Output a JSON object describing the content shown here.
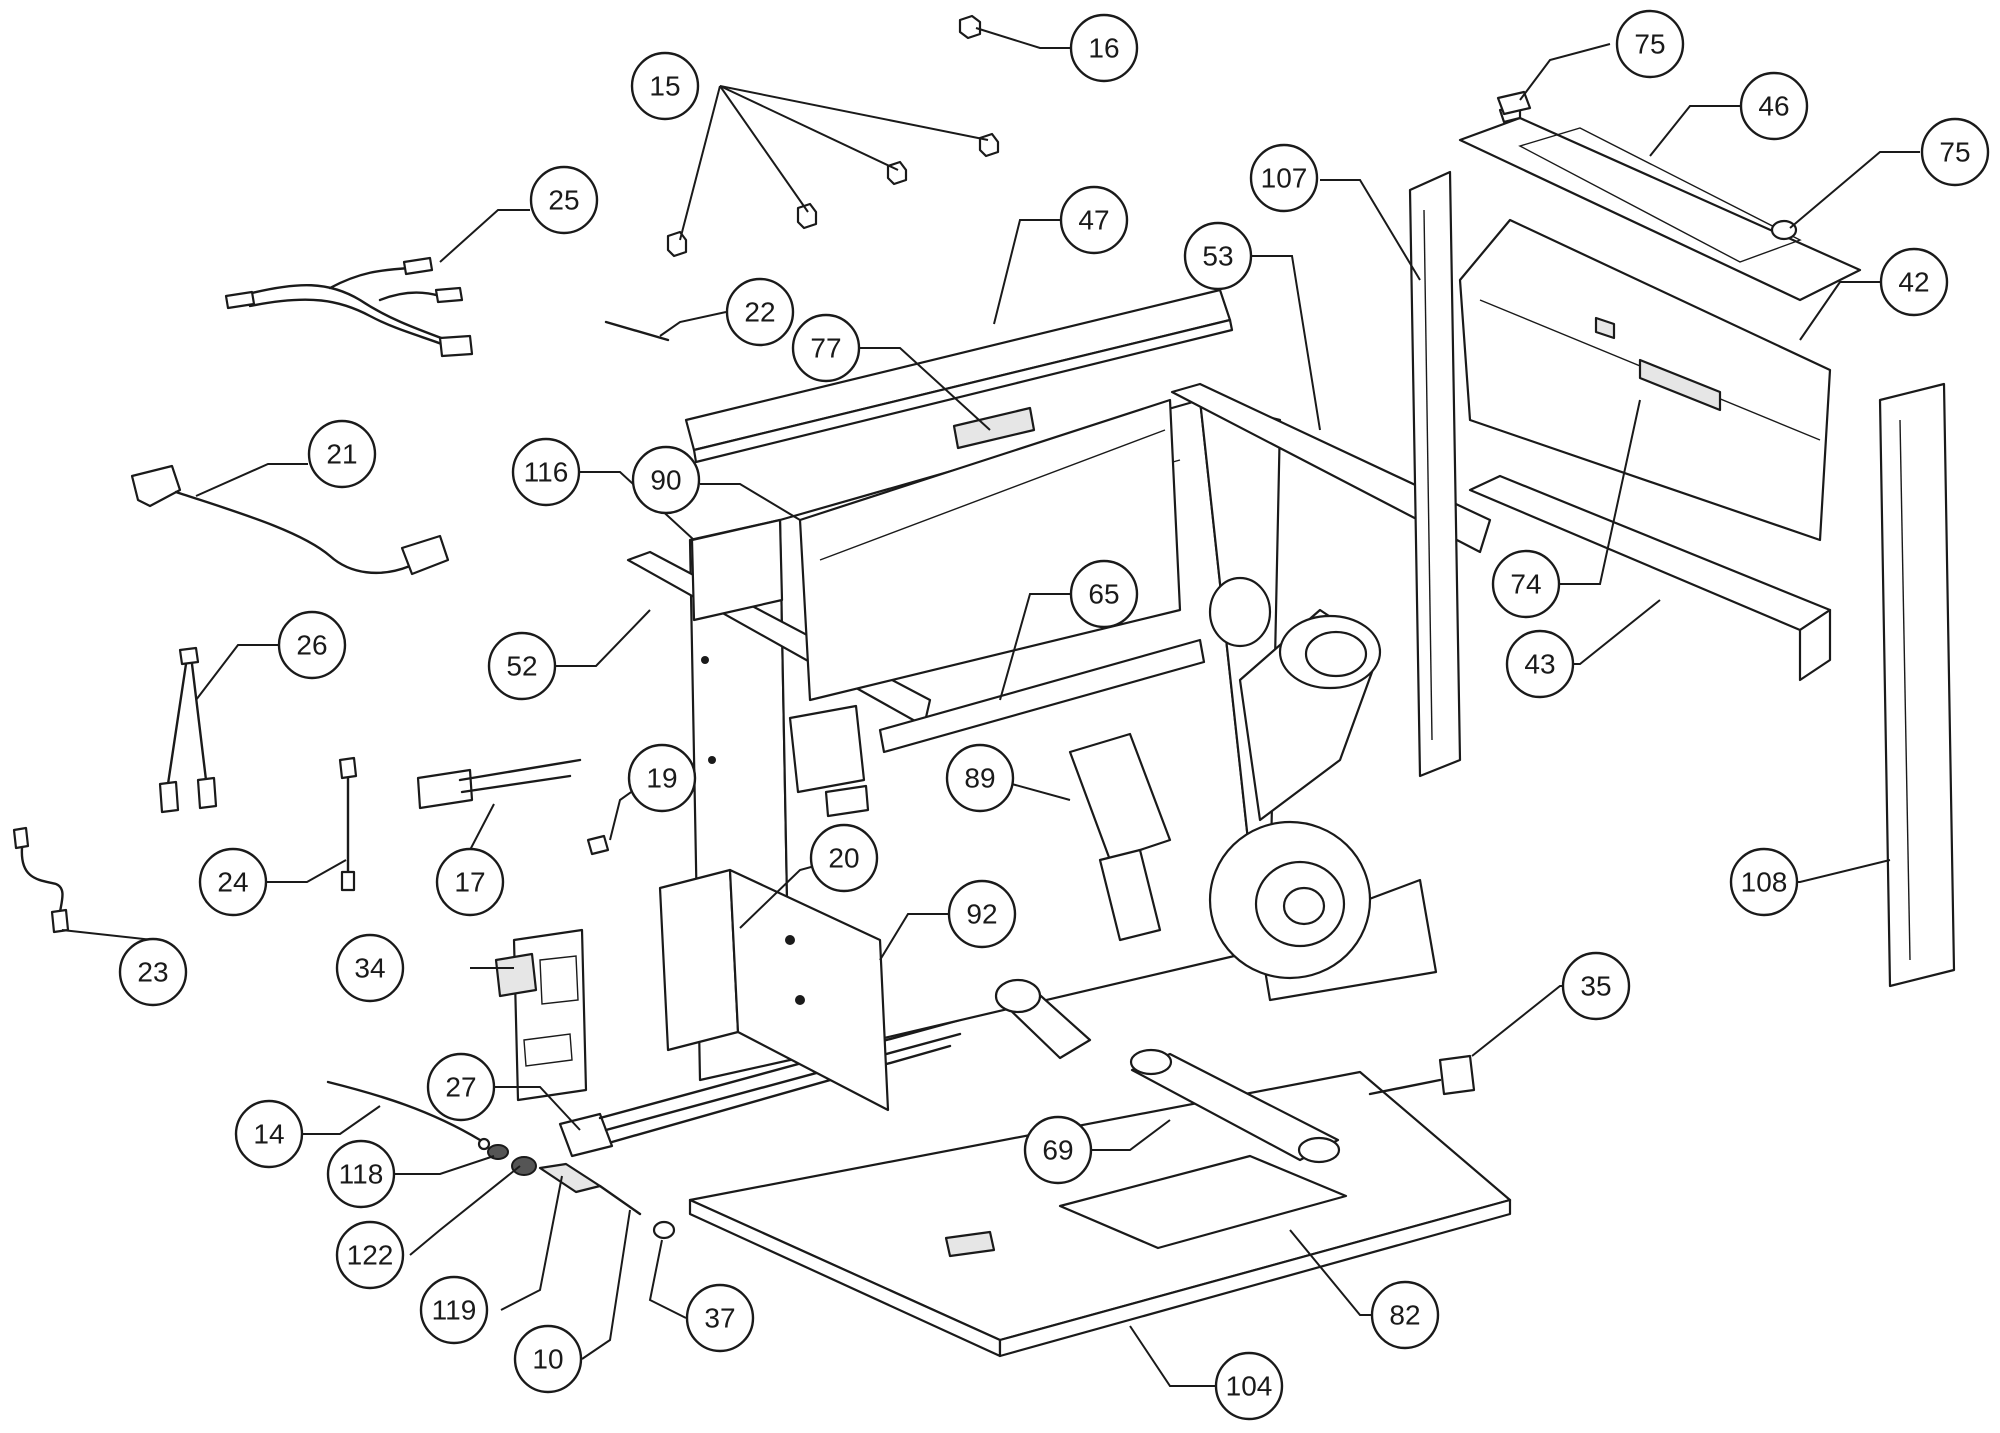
{
  "callouts": [
    {
      "id": "c15",
      "label": "15"
    },
    {
      "id": "c16",
      "label": "16"
    },
    {
      "id": "c75a",
      "label": "75"
    },
    {
      "id": "c46",
      "label": "46"
    },
    {
      "id": "c75b",
      "label": "75"
    },
    {
      "id": "c107",
      "label": "107"
    },
    {
      "id": "c42",
      "label": "42"
    },
    {
      "id": "c25",
      "label": "25"
    },
    {
      "id": "c47",
      "label": "47"
    },
    {
      "id": "c53",
      "label": "53"
    },
    {
      "id": "c22",
      "label": "22"
    },
    {
      "id": "c77",
      "label": "77"
    },
    {
      "id": "c21",
      "label": "21"
    },
    {
      "id": "c116",
      "label": "116"
    },
    {
      "id": "c90",
      "label": "90"
    },
    {
      "id": "c74",
      "label": "74"
    },
    {
      "id": "c65",
      "label": "65"
    },
    {
      "id": "c26",
      "label": "26"
    },
    {
      "id": "c52",
      "label": "52"
    },
    {
      "id": "c43",
      "label": "43"
    },
    {
      "id": "c19",
      "label": "19"
    },
    {
      "id": "c89",
      "label": "89"
    },
    {
      "id": "c20",
      "label": "20"
    },
    {
      "id": "c24",
      "label": "24"
    },
    {
      "id": "c17",
      "label": "17"
    },
    {
      "id": "c108",
      "label": "108"
    },
    {
      "id": "c92",
      "label": "92"
    },
    {
      "id": "c34",
      "label": "34"
    },
    {
      "id": "c23",
      "label": "23"
    },
    {
      "id": "c35",
      "label": "35"
    },
    {
      "id": "c27",
      "label": "27"
    },
    {
      "id": "c14",
      "label": "14"
    },
    {
      "id": "c69",
      "label": "69"
    },
    {
      "id": "c118",
      "label": "118"
    },
    {
      "id": "c122",
      "label": "122"
    },
    {
      "id": "c82",
      "label": "82"
    },
    {
      "id": "c119",
      "label": "119"
    },
    {
      "id": "c37",
      "label": "37"
    },
    {
      "id": "c10",
      "label": "10"
    },
    {
      "id": "c104",
      "label": "104"
    }
  ]
}
